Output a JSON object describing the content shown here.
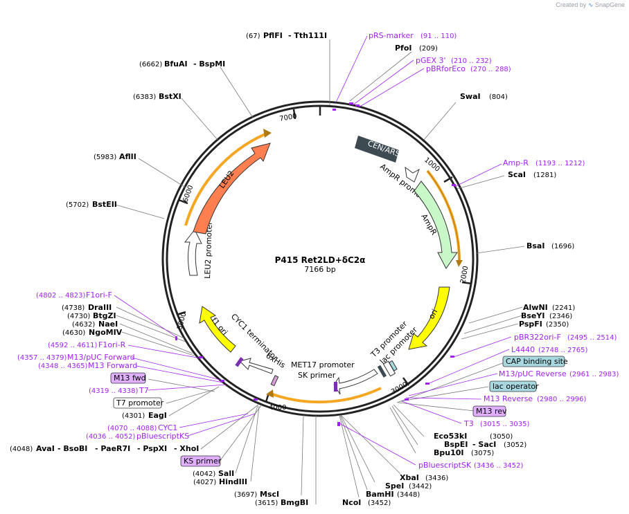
{
  "credit": {
    "created_by": "Created by",
    "brand": "SnapGene"
  },
  "map": {
    "name": "P415 Ret2LD+δC2α",
    "length": "7166 bp",
    "ticks": [
      "1000",
      "2000",
      "3000",
      "4000",
      "5000",
      "6000",
      "7000"
    ]
  },
  "enzymes_top": {
    "e67_pos": "(67)",
    "e67_a": "PflFI",
    "e67_b": "- Tth111I",
    "e209_a": "PfoI",
    "e209_pos": "(209)",
    "e6662_pos": "(6662)",
    "e6662_a": "BfuAI",
    "e6662_b": "- BspMI",
    "e804_a": "SwaI",
    "e804_pos": "(804)",
    "e6383_pos": "(6383)",
    "e6383_a": "BstXI",
    "e5983_pos": "(5983)",
    "e5983_a": "AflII",
    "e1281_a": "ScaI",
    "e1281_pos": "(1281)",
    "e5702_pos": "(5702)",
    "e5702_a": "BstEII",
    "e1696_a": "BsaI",
    "e1696_pos": "(1696)"
  },
  "enzymes_right": {
    "e2241_a": "AlwNI",
    "e2241_pos": "(2241)",
    "e2346_a": "BseYI",
    "e2346_pos": "(2346)",
    "e2350_a": "PspFI",
    "e2350_pos": "(2350)",
    "e3050_a": "Eco53kI",
    "e3050_pos": "(3050)",
    "e3052_a": "BspEI",
    "e3052_b": "- SacI",
    "e3052_pos": "(3052)",
    "e3075_a": "Bpu10I",
    "e3075_pos": "(3075)"
  },
  "enzymes_left": {
    "e4738_pos": "(4738)",
    "e4738_a": "DraIII",
    "e4730_pos": "(4730)",
    "e4730_a": "BtgZI",
    "e4632_pos": "(4632)",
    "e4632_a": "NaeI",
    "e4630_pos": "(4630)",
    "e4630_a": "NgoMIV",
    "e4301_pos": "(4301)",
    "e4301_a": "EagI",
    "e4048_pos": "(4048)",
    "e4048_a": "AvaI",
    "e4048_b": "- BsoBI",
    "e4048_c": "- PaeR7I",
    "e4048_d": "- PspXI",
    "e4048_e": "- XhoI"
  },
  "enzymes_bottom": {
    "e4042_pos": "(4042)",
    "e4042_a": "SalI",
    "e4027_pos": "(4027)",
    "e4027_a": "HindIII",
    "e3697_pos": "(3697)",
    "e3697_a": "MscI",
    "e3615_pos": "(3615)",
    "e3615_a": "BmgBI",
    "e3452_a": "NcoI",
    "e3452_pos": "(3452)",
    "e3448_a": "BamHI",
    "e3448_pos": "(3448)",
    "e3442_a": "SpeI",
    "e3442_pos": "(3442)",
    "e3436_a": "XbaI",
    "e3436_pos": "(3436)"
  },
  "primers": {
    "prs": "pRS-marker",
    "prs_pos": "(91 .. 110)",
    "pgex": "pGEX 3'",
    "pgex_pos": "(210 .. 232)",
    "pbr": "pBRforEco",
    "pbr_pos": "(270 .. 288)",
    "ampr": "Amp-R",
    "ampr_pos": "(1193 .. 1212)",
    "pbr322": "pBR322ori-F",
    "pbr322_pos": "(2495 .. 2514)",
    "l4440": "L4440",
    "l4440_pos": "(2748 .. 2765)",
    "m13rev_pos": "(2961 .. 2983)",
    "m13rev_a": "M13/pUC Reverse",
    "m13r": "M13 Reverse",
    "m13r_pos": "(2980 .. 2996)",
    "t3": "T3",
    "t3_pos": "(3015 .. 3035)",
    "pbsk": "pBluescriptSK",
    "pbsk_pos": "(3436 .. 3452)",
    "f1orif_pos": "(4802 .. 4823)",
    "f1orif": "F1ori-F",
    "f1orir_pos": "(4592 .. 4611)",
    "f1orir": "F1ori-R",
    "m13fwd_pos": "(4357 .. 4379)",
    "m13fwd_a": "M13/pUC Forward",
    "m13f_pos": "(4348 .. 4365)",
    "m13f": "M13 Forward",
    "t7_pos": "(4319 .. 4338)",
    "t7": "T7",
    "cyc1_pos": "(4070 .. 4088)",
    "cyc1": "CYC1",
    "pbks_pos": "(4036 .. 4052)",
    "pbks": "pBluescriptKS"
  },
  "boxes": {
    "cap": "CAP binding site",
    "lacop": "lac operator",
    "m13rev": "M13 rev",
    "m13fwd": "M13 fwd",
    "t7prom": "T7 promoter",
    "ksprimer": "KS primer"
  },
  "features": {
    "cenars": "CEN/ARS",
    "ampr_prom": "AmpR promoter",
    "ampr": "AmpR",
    "ori": "ori",
    "t3prom": "T3 promoter",
    "lacprom": "lac promoter",
    "met17": "MET17 promoter",
    "skprimer": "SK primer",
    "his": "6xHis",
    "cyc1term": "CYC1 terminator",
    "f1ori": "f1 ori",
    "leu2prom": "LEU2 promoter",
    "leu2": "LEU2"
  },
  "colors": {
    "ring": "#222222",
    "cenars": "#3e4a52",
    "ampr": "#c8f7c8",
    "ori": "#ffff00",
    "leu2": "#ff7f50",
    "orange_band": "#f5a623",
    "primer": "#a020f0",
    "box_purple": "#e0b0ff",
    "box_teal": "#a8d8e0"
  }
}
